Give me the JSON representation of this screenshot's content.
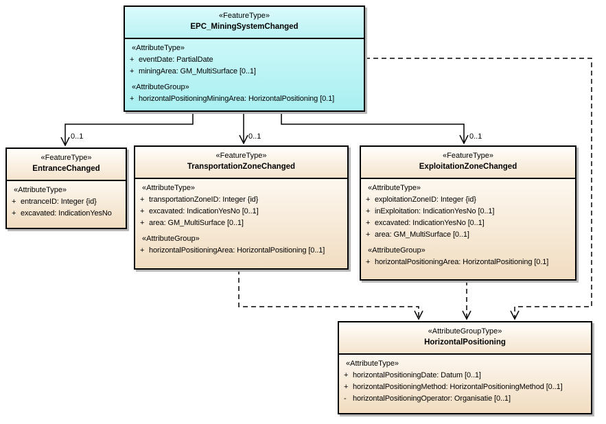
{
  "diagram": {
    "background": "#ffffff",
    "colors": {
      "feature_type_fill": "#baf2f4",
      "other_fill": "#f1dcc0",
      "border": "#000000",
      "shadow": "#b8b8b8",
      "connector": "#000000"
    },
    "classes": {
      "epc": {
        "stereotype": "«FeatureType»",
        "name": "EPC_MiningSystemChanged",
        "sections": [
          {
            "label": "«AttributeType»",
            "items": [
              {
                "v": "+",
                "t": "eventDate: PartialDate"
              },
              {
                "v": "+",
                "t": "miningArea: GM_MultiSurface [0..1]"
              }
            ]
          },
          {
            "label": "«AttributeGroup»",
            "items": [
              {
                "v": "+",
                "t": "horizontalPositioningMiningArea: HorizontalPositioning [0.1]"
              }
            ]
          }
        ]
      },
      "entrance": {
        "stereotype": "«FeatureType»",
        "name": "EntranceChanged",
        "sections": [
          {
            "label": "«AttributeType»",
            "items": [
              {
                "v": "+",
                "t": "entranceID: Integer {id}"
              },
              {
                "v": "+",
                "t": "excavated: IndicationYesNo"
              }
            ]
          }
        ]
      },
      "transportation": {
        "stereotype": "«FeatureType»",
        "name": "TransportationZoneChanged",
        "sections": [
          {
            "label": "«AttributeType»",
            "items": [
              {
                "v": "+",
                "t": "transportationZoneID: Integer {id}"
              },
              {
                "v": "+",
                "t": "excavated: IndicationYesNo [0..1]"
              },
              {
                "v": "+",
                "t": "area: GM_MultiSurface [0..1]"
              }
            ]
          },
          {
            "label": "«AttributeGroup»",
            "items": [
              {
                "v": "+",
                "t": "horizontalPositioningArea: HorizontalPositioning [0..1]"
              }
            ]
          }
        ]
      },
      "exploitation": {
        "stereotype": "«FeatureType»",
        "name": "ExploitationZoneChanged",
        "sections": [
          {
            "label": "«AttributeType»",
            "items": [
              {
                "v": "+",
                "t": "exploitationZoneID: Integer {id}"
              },
              {
                "v": "+",
                "t": "inExploitation: IndicationYesNo [0..1]"
              },
              {
                "v": "+",
                "t": "excavated: IndicationYesNo [0..1]"
              },
              {
                "v": "+",
                "t": "area: GM_MultiSurface [0..1]"
              }
            ]
          },
          {
            "label": "«AttributeGroup»",
            "items": [
              {
                "v": "+",
                "t": "horizontalPositioningArea: HorizontalPositioning [0.1]"
              }
            ]
          }
        ]
      },
      "horizontal_positioning": {
        "stereotype": "«AttributeGroupType»",
        "name": "HorizontalPositioning",
        "sections": [
          {
            "label": "«AttributeType»",
            "items": [
              {
                "v": "+",
                "t": "horizontalPositioningDate: Datum [0..1]"
              },
              {
                "v": "+",
                "t": "horizontalPositioningMethod: HorizontalPositioningMethod [0..1]"
              },
              {
                "v": "-",
                "t": "horizontalPositioningOperator: Organisatie [0..1]"
              }
            ]
          }
        ]
      }
    },
    "connector_labels": {
      "entrance_multiplicity": "0..1",
      "transportation_multiplicity": "0..1",
      "exploitation_multiplicity": "0..1"
    }
  }
}
